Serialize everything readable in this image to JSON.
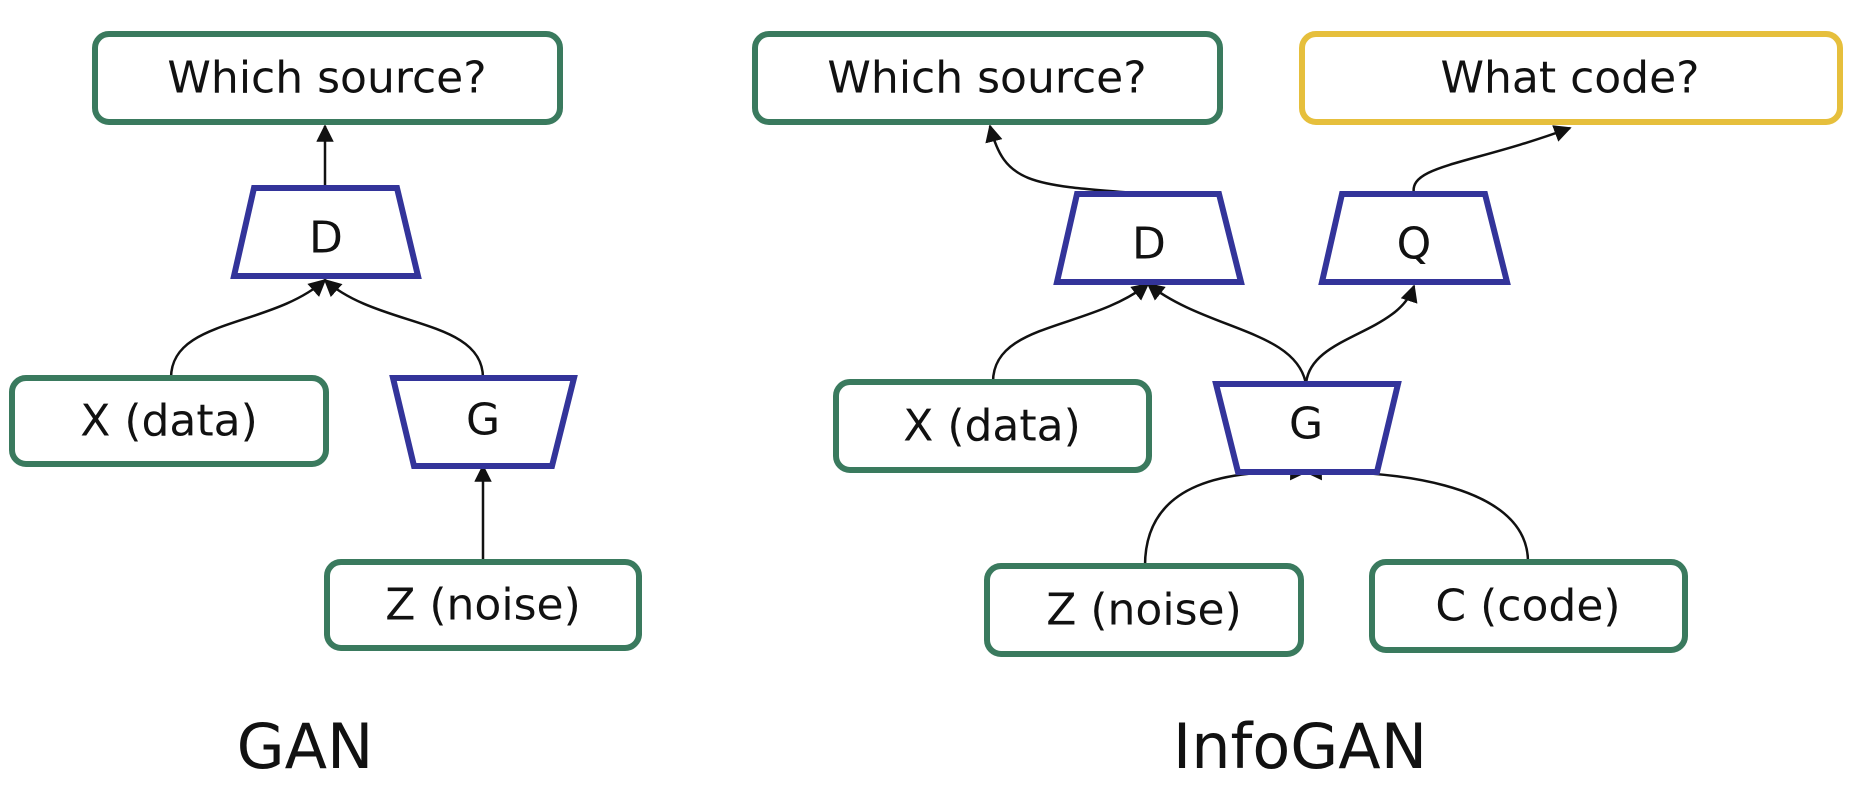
{
  "colors": {
    "box_stroke": "#3a7a5e",
    "box_highlight_stroke": "#e6bf3c",
    "network_stroke": "#33349a",
    "arrow": "#111111"
  },
  "gan": {
    "caption": "GAN",
    "output_label": "Which source?",
    "discriminator_label": "D",
    "generator_label": "G",
    "data_label": "X (data)",
    "noise_label": "Z (noise)"
  },
  "infogan": {
    "caption": "InfoGAN",
    "output_label": "Which source?",
    "code_output_label": "What code?",
    "discriminator_label": "D",
    "q_network_label": "Q",
    "generator_label": "G",
    "data_label": "X (data)",
    "noise_label": "Z (noise)",
    "code_label": "C (code)"
  }
}
